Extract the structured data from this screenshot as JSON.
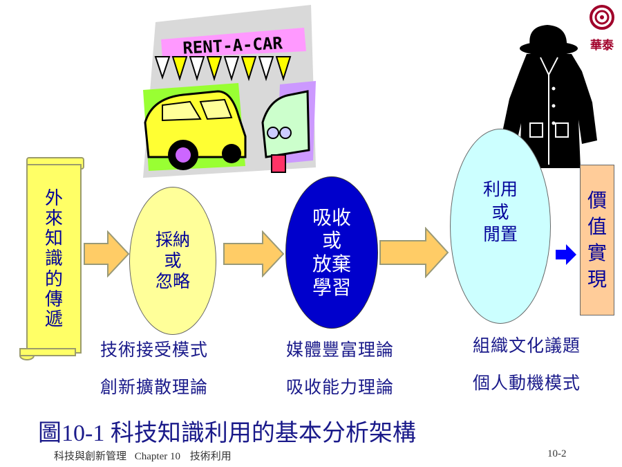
{
  "logo": {
    "text": "華泰",
    "color": "#a0002a"
  },
  "clipart_car": {
    "sign_text": "RENT-A-CAR"
  },
  "source_box": {
    "chars": [
      "外",
      "來",
      "知",
      "識",
      "的",
      "傳",
      "遞"
    ],
    "fill": "#ffff66"
  },
  "stage1": {
    "lines": [
      "採納",
      "或",
      "忽略"
    ],
    "fill": "#ffff99",
    "theories": [
      "技術接受模式",
      "創新擴散理論"
    ]
  },
  "stage2": {
    "lines": [
      "吸收",
      "或",
      "放棄",
      "學習"
    ],
    "fill": "#0000cc",
    "theories": [
      "媒體豐富理論",
      "吸收能力理論"
    ]
  },
  "stage3": {
    "lines": [
      "利用",
      "或",
      "閒置"
    ],
    "fill": "#ccffff",
    "theories": [
      "組織文化議題",
      "個人動機模式"
    ]
  },
  "result_box": {
    "chars": [
      "價",
      "值",
      "實",
      "現"
    ],
    "fill": "#ffcc99"
  },
  "figure_caption": {
    "prefix": "圖10-1 ",
    "title": "科技知識利用的基本分析架構"
  },
  "footer": {
    "course": "科技與創新管理",
    "chapter": "Chapter 10",
    "topic": "技術利用",
    "page": "10-2"
  }
}
